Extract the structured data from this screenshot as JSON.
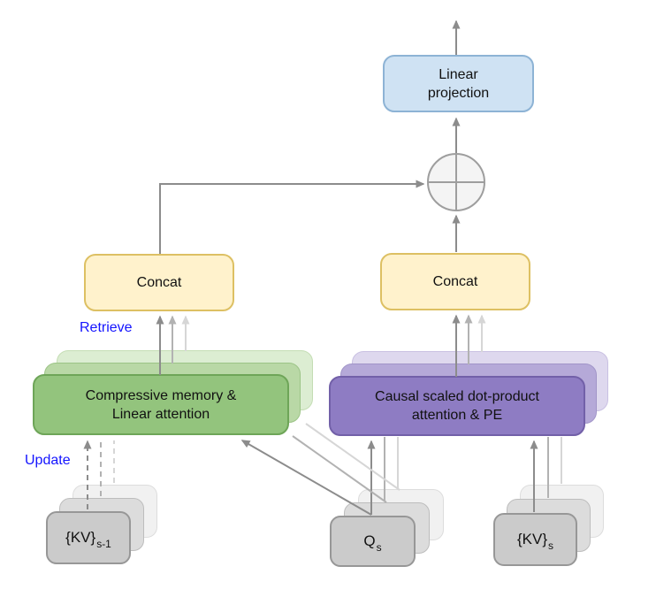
{
  "diagram": {
    "kind": "architecture-diagram",
    "nodes": {
      "linear_projection": {
        "label": "Linear projection",
        "lines": [
          "Linear",
          "projection"
        ]
      },
      "sum": {
        "symbol": "⊕"
      },
      "concat_left": {
        "label": "Concat"
      },
      "concat_right": {
        "label": "Concat"
      },
      "compressive_memory": {
        "label": "Compressive memory & Linear attention",
        "lines": [
          "Compressive memory &",
          "Linear attention"
        ],
        "stack_depth": 3
      },
      "dot_product_attention": {
        "label": "Causal scaled dot-product attention & PE",
        "lines": [
          "Causal scaled dot-product",
          "attention & PE"
        ],
        "stack_depth": 3
      },
      "kv_prev": {
        "base": "{KV}",
        "sub": "s-1",
        "stack_depth": 3
      },
      "query": {
        "base": "Q",
        "sub": "s",
        "stack_depth": 3
      },
      "kv_curr": {
        "base": "{KV}",
        "sub": "s",
        "stack_depth": 3
      }
    },
    "edge_labels": {
      "retrieve": "Retrieve",
      "update": "Update"
    },
    "colors": {
      "arrow_dark": "#8c8c8c",
      "arrow_mid": "#b2b2b2",
      "arrow_light": "#d6d6d6",
      "blue_fill": "#cfe2f3",
      "blue_border": "#8db3d5",
      "yellow_fill": "#fff2cc",
      "yellow_border": "#ddc063",
      "green_fill": "#93c47d",
      "green_border": "#6ea558",
      "green_mid_fill": "#b9d8a6",
      "green_mid_border": "#9cc487",
      "green_back_fill": "#dcedd2",
      "green_back_border": "#c4ddb4",
      "purple_fill": "#8e7cc3",
      "purple_border": "#7260a8",
      "purple_mid_fill": "#b5a9d8",
      "purple_mid_border": "#a195c8",
      "purple_back_fill": "#ded8ee",
      "purple_back_border": "#c9c0e2",
      "gray_fill": "#cbcbcb",
      "gray_border": "#979797",
      "gray_mid_fill": "#dcdcdc",
      "gray_mid_border": "#bdbdbd",
      "gray_back_fill": "#f1f1f1",
      "gray_back_border": "#dddddd",
      "sum_fill": "#f4f4f4",
      "sum_border": "#9e9e9e",
      "label_blue": "#1414ff",
      "text": "#111111"
    }
  }
}
